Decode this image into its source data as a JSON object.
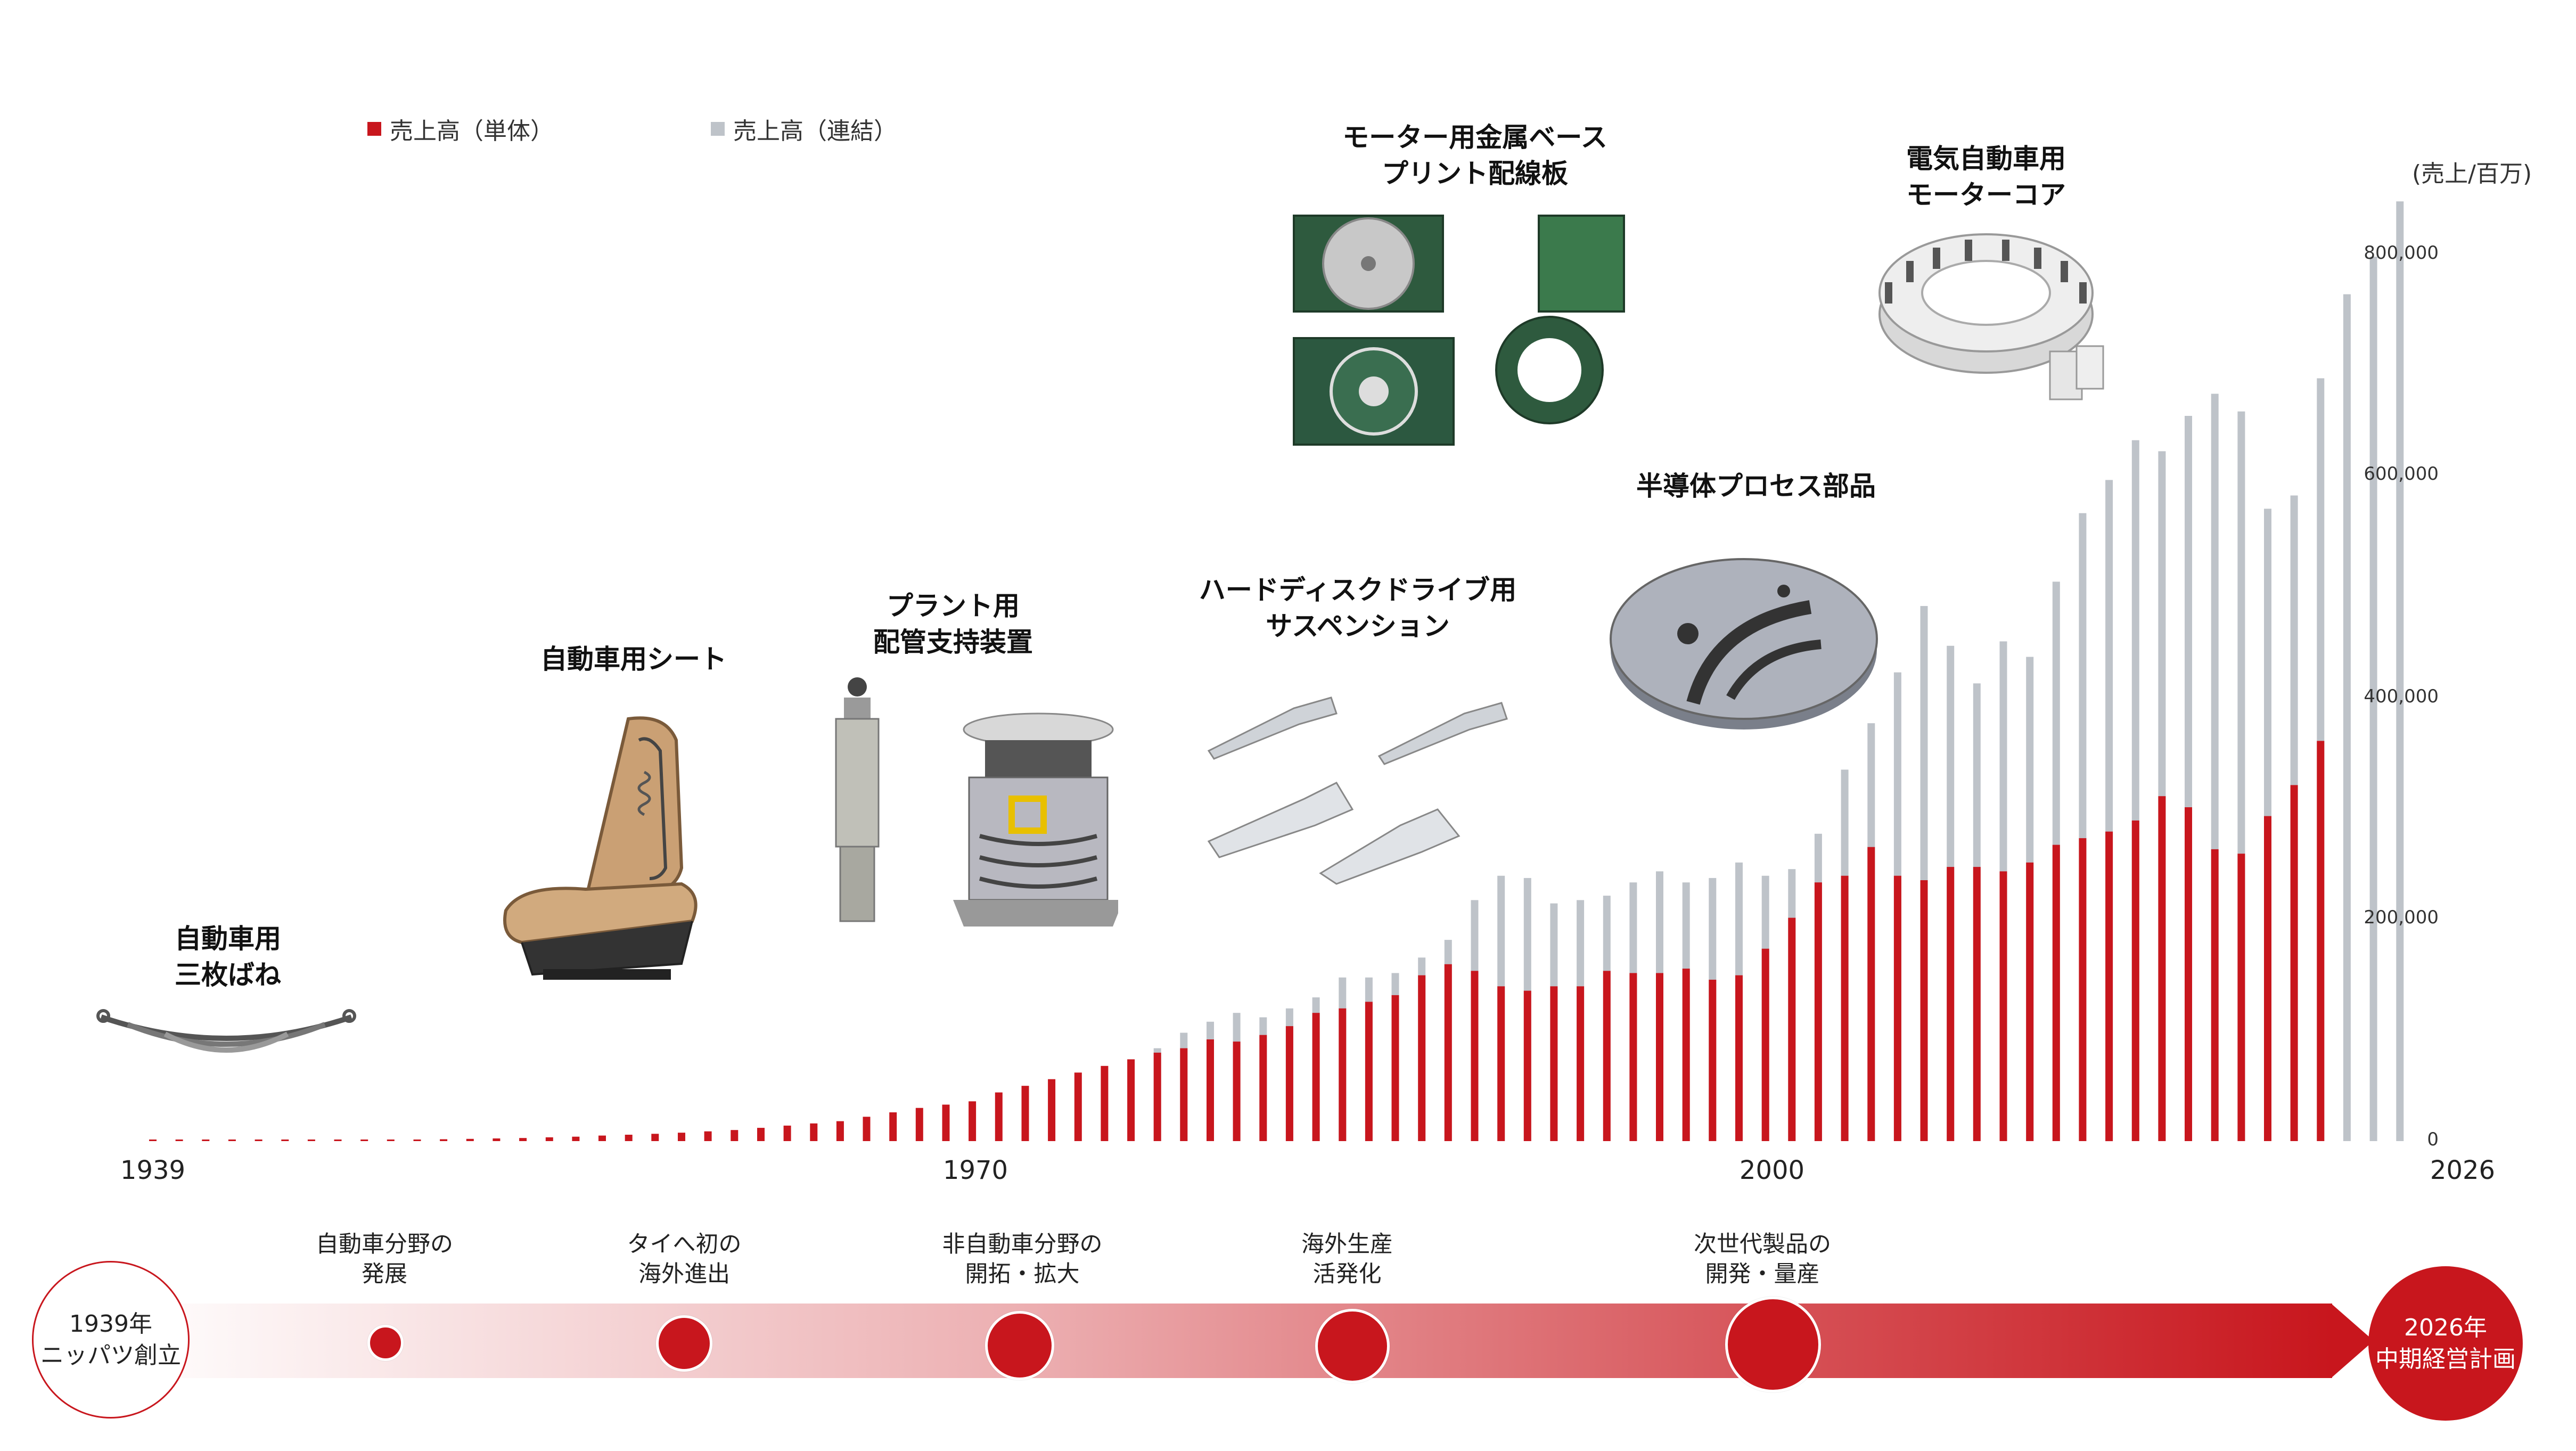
{
  "legend": {
    "standalone": "売上高（単体）",
    "consolidated": "売上高（連結）",
    "standalone_color": "#c8161d",
    "consolidated_color": "#bec3c9"
  },
  "unit": "(売上/百万)",
  "products": {
    "leaf_spring": {
      "line1": "自動車用",
      "line2": "三枚ばね"
    },
    "seat": {
      "line1": "自動車用シート"
    },
    "piping": {
      "line1": "プラント用",
      "line2": "配管支持装置"
    },
    "hdd": {
      "line1": "ハードディスクドライブ用",
      "line2": "サスペンション"
    },
    "pcb": {
      "line1": "モーター用金属ベース",
      "line2": "プリント配線板"
    },
    "semi": {
      "line1": "半導体プロセス部品"
    },
    "motor_core": {
      "line1": "電気自動車用",
      "line2": "モーターコア"
    }
  },
  "timeline": {
    "start": {
      "line1": "1939年",
      "line2": "ニッパツ創立"
    },
    "end": {
      "line1": "2026年",
      "line2": "中期経営計画"
    },
    "milestones": [
      {
        "line1": "自動車分野の",
        "line2": "発展"
      },
      {
        "line1": "タイへ初の",
        "line2": "海外進出"
      },
      {
        "line1": "非自動車分野の",
        "line2": "開拓・拡大"
      },
      {
        "line1": "海外生産",
        "line2": "活発化"
      },
      {
        "line1": "次世代製品の",
        "line2": "開発・量産"
      }
    ]
  },
  "chart_data": {
    "type": "bar",
    "stacked": false,
    "x_tick_labels": [
      "1939",
      "1970",
      "2000",
      "2026"
    ],
    "ylim": [
      0,
      850000
    ],
    "yticks": [
      0,
      200000,
      400000,
      600000,
      800000
    ],
    "ytick_labels": [
      "0",
      "200,000",
      "400,000",
      "600,000",
      "800,000"
    ],
    "axis_side": "right",
    "grid": false,
    "legend_position": "top-left",
    "x": [
      1939,
      1940,
      1941,
      1942,
      1943,
      1944,
      1945,
      1946,
      1947,
      1948,
      1949,
      1950,
      1951,
      1952,
      1953,
      1954,
      1955,
      1956,
      1957,
      1958,
      1959,
      1960,
      1961,
      1962,
      1963,
      1964,
      1965,
      1966,
      1967,
      1968,
      1969,
      1970,
      1971,
      1972,
      1973,
      1974,
      1975,
      1976,
      1977,
      1978,
      1979,
      1980,
      1981,
      1982,
      1983,
      1984,
      1985,
      1986,
      1987,
      1988,
      1989,
      1990,
      1991,
      1992,
      1993,
      1994,
      1995,
      1996,
      1997,
      1998,
      1999,
      2000,
      2001,
      2002,
      2003,
      2004,
      2005,
      2006,
      2007,
      2008,
      2009,
      2010,
      2011,
      2012,
      2013,
      2014,
      2015,
      2016,
      2017,
      2018,
      2019,
      2020,
      2021,
      2022,
      2023,
      2024,
      2025,
      2026
    ],
    "series": [
      {
        "name": "売上高（連結）",
        "values": [
          null,
          null,
          null,
          null,
          null,
          null,
          null,
          null,
          null,
          null,
          null,
          null,
          null,
          null,
          null,
          null,
          null,
          null,
          null,
          null,
          null,
          null,
          null,
          null,
          null,
          null,
          null,
          null,
          null,
          null,
          null,
          null,
          null,
          null,
          null,
          null,
          null,
          null,
          84000,
          98000,
          108000,
          116000,
          112000,
          120000,
          130000,
          148000,
          148000,
          152000,
          166000,
          182000,
          218000,
          240000,
          238000,
          215000,
          218000,
          222000,
          234000,
          244000,
          234000,
          238000,
          252000,
          240000,
          246000,
          278000,
          336000,
          378000,
          424000,
          484000,
          448000,
          414000,
          452000,
          438000,
          506000,
          568000,
          598000,
          634000,
          624000,
          656000,
          676000,
          660000,
          572000,
          584000,
          690000,
          766000,
          800000,
          850000
        ],
        "color": "#bec3c9"
      },
      {
        "name": "売上高（単体）",
        "values": [
          600,
          700,
          700,
          800,
          900,
          1000,
          800,
          900,
          1000,
          1200,
          1400,
          1700,
          2000,
          2400,
          2800,
          3400,
          4000,
          5000,
          5800,
          6600,
          7600,
          8800,
          10000,
          12000,
          14000,
          16000,
          18000,
          22000,
          26000,
          30000,
          33000,
          36000,
          44000,
          50000,
          56000,
          62000,
          68000,
          74000,
          80000,
          84000,
          92000,
          90000,
          96000,
          104000,
          116000,
          120000,
          126000,
          132000,
          150000,
          160000,
          154000,
          140000,
          136000,
          140000,
          140000,
          154000,
          152000,
          152000,
          156000,
          146000,
          150000,
          174000,
          202000,
          234000,
          240000,
          266000,
          240000,
          236000,
          248000,
          248000,
          244000,
          252000,
          268000,
          274000,
          280000,
          290000,
          312000,
          302000,
          264000,
          260000,
          294000,
          322000,
          362000,
          null
        ],
        "color": "#c8161d"
      }
    ]
  }
}
